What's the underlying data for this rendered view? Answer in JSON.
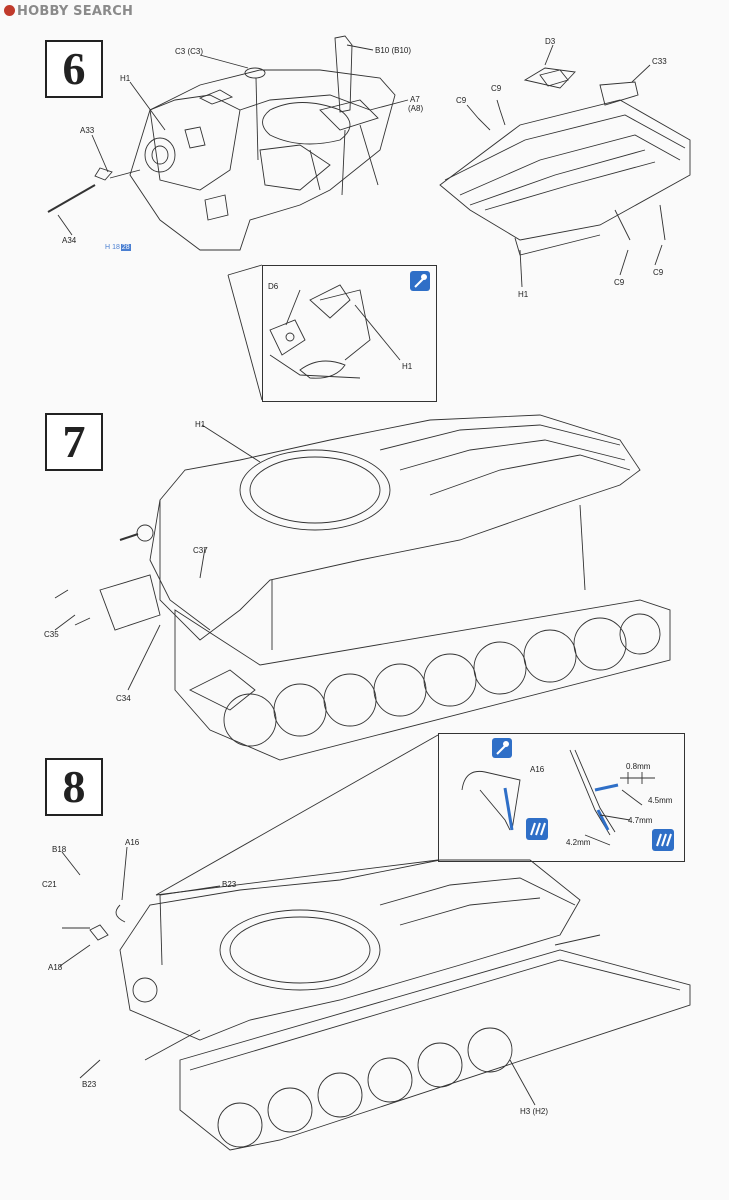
{
  "watermark": "HOBBY SEARCH",
  "steps": [
    "6",
    "7",
    "8"
  ],
  "step6": {
    "labels": {
      "c3": "C3 (C3)",
      "b10": "B10 (B10)",
      "h1": "H1",
      "a7": "A7",
      "a8": "(A8)",
      "a33": "A33",
      "a34": "A34",
      "d3": "D3",
      "c33": "C33",
      "c9": "C9",
      "h1b": "H1",
      "c9b": "C9",
      "c9c": "C9"
    },
    "paint_ref": {
      "letter": "H",
      "n1": "18",
      "n2": "28"
    },
    "inset": {
      "d6": "D6",
      "h1": "H1"
    }
  },
  "step7": {
    "labels": {
      "h1": "H1",
      "c37": "C37",
      "c35": "C35",
      "c34": "C34"
    }
  },
  "step8": {
    "labels": {
      "b18": "B18",
      "a16": "A16",
      "c21": "C21",
      "b23": "B23",
      "a18": "A18",
      "b23b": "B23",
      "h3": "H3 (H2)"
    },
    "inset": {
      "a16": "A16",
      "dim1": "0.8mm",
      "dim2": "4.5mm",
      "dim3": "4.7mm",
      "dim4": "4.2mm"
    }
  },
  "colors": {
    "accent": "#2f6fc7",
    "line": "#333333"
  }
}
